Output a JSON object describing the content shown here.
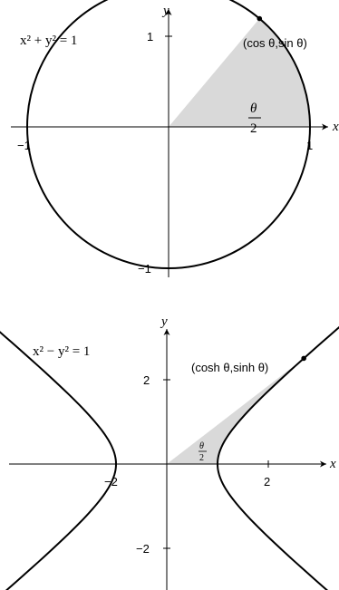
{
  "colors": {
    "curve": "#000000",
    "axis": "#000000",
    "shade": "#d9d9d9"
  },
  "circle_panel": {
    "equation": "x² + y² = 1",
    "point_label": "(cos θ,sin θ)",
    "angle_label_top": "θ",
    "angle_label_bottom": "2",
    "x_axis_label": "x",
    "y_axis_label": "y",
    "ticks": {
      "x_neg": "−1",
      "x_pos": "1",
      "y_pos": "1",
      "y_neg": "−1"
    },
    "theta_degrees": 50
  },
  "hyperbola_panel": {
    "equation": "x² − y² = 1",
    "point_label": "(cosh θ,sinh θ)",
    "angle_label_top": "θ",
    "angle_label_bottom": "2",
    "x_axis_label": "x",
    "y_axis_label": "y",
    "ticks": {
      "x_neg": "−2",
      "x_pos": "2",
      "y_pos": "2",
      "y_neg": "−2"
    },
    "theta": 1.65
  }
}
